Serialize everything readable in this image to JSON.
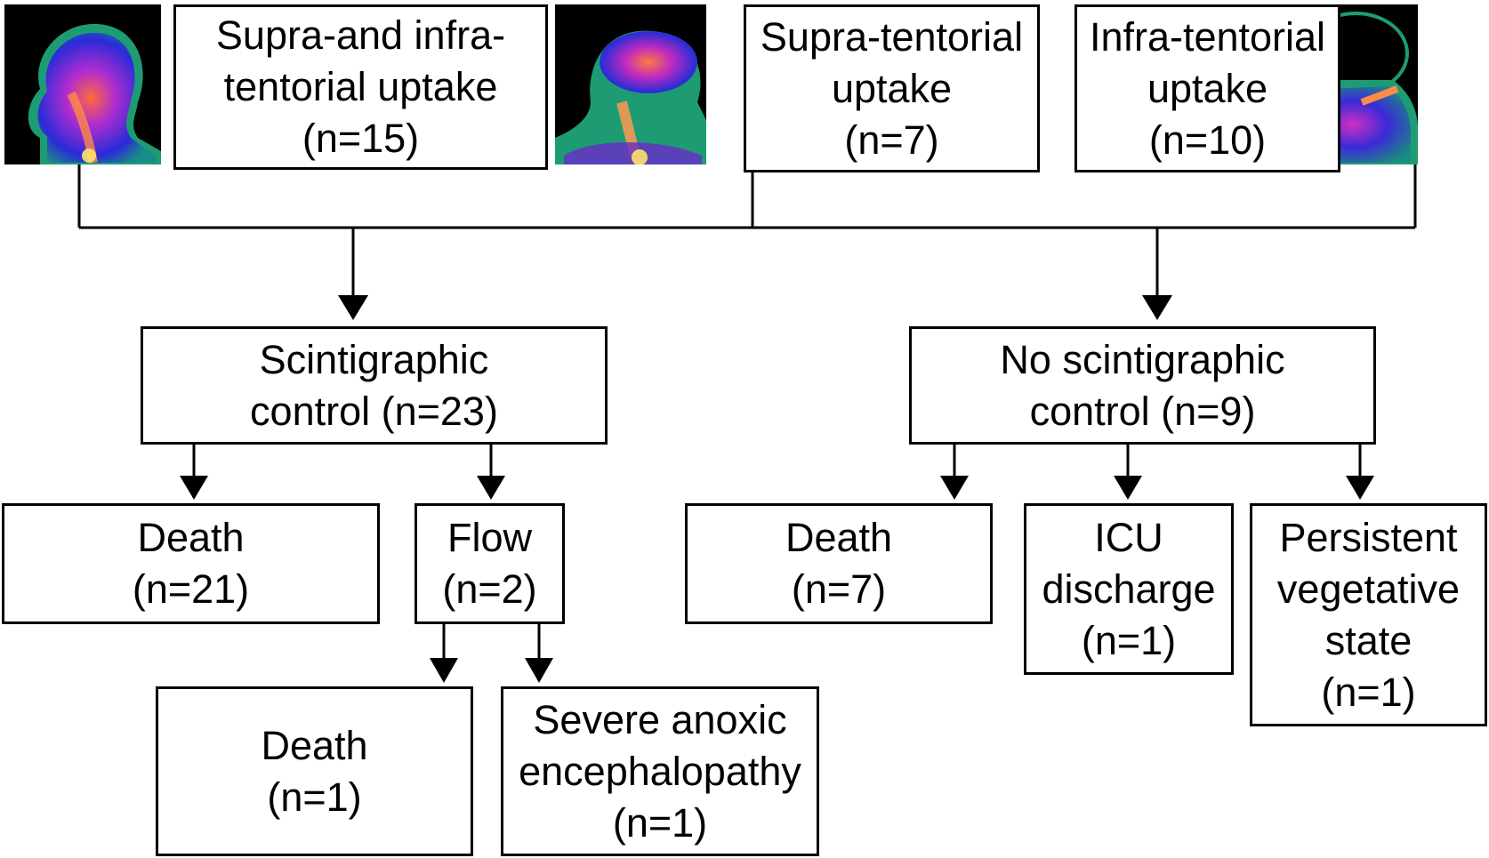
{
  "top_boxes": [
    {
      "lines": [
        "Supra-and infra-",
        "tentorial uptake",
        "(n=15)"
      ],
      "image": "scintigraphy-head-supra-infra-image"
    },
    {
      "lines": [
        "Supra-tentorial",
        "uptake",
        "(n=7)"
      ],
      "image": "scintigraphy-head-supra-image"
    },
    {
      "lines": [
        "Infra-tentorial",
        "uptake",
        "(n=10)"
      ],
      "image": "scintigraphy-head-infra-image"
    }
  ],
  "scintigraphic_control": {
    "lines": [
      "Scintigraphic",
      "control (n=23)"
    ]
  },
  "no_scintigraphic_control": {
    "lines": [
      "No scintigraphic",
      "control (n=9)"
    ]
  },
  "left_outcomes": {
    "death": {
      "lines": [
        "Death",
        "(n=21)"
      ]
    },
    "flow": {
      "lines": [
        "Flow",
        "(n=2)"
      ]
    }
  },
  "flow_outcomes": {
    "death": {
      "lines": [
        "Death",
        "(n=1)"
      ]
    },
    "anoxic": {
      "lines": [
        "Severe anoxic",
        "encephalopathy",
        "(n=1)"
      ]
    }
  },
  "right_outcomes": {
    "death": {
      "lines": [
        "Death",
        "(n=7)"
      ]
    },
    "icu": {
      "lines": [
        "ICU",
        "discharge",
        "(n=1)"
      ]
    },
    "pvs": {
      "lines": [
        "Persistent",
        "vegetative",
        "state",
        "(n=1)"
      ]
    }
  },
  "colors": {
    "line": "#000000",
    "scan_bg": "#000000"
  }
}
